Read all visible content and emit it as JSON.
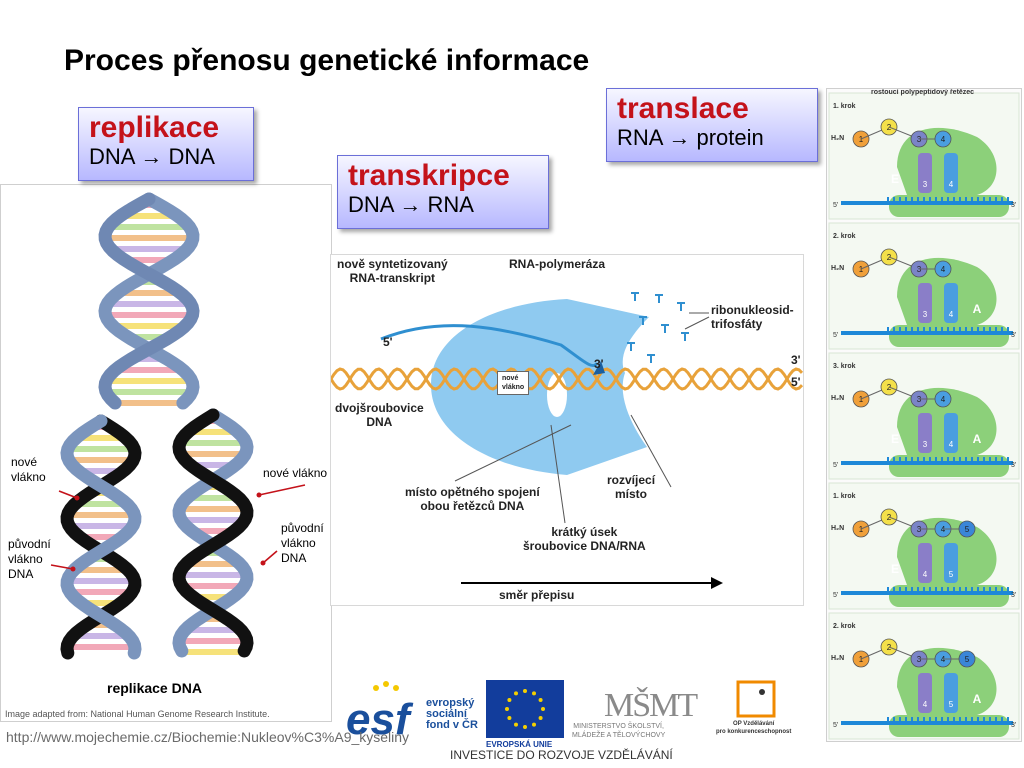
{
  "slide": {
    "title": "Proces přenosu genetické informace",
    "url": "http://www.mojechemie.cz/Biochemie:Nukleov%C3%A9_kyseliny"
  },
  "boxes": {
    "replikace": {
      "title": "replikace",
      "sub": "DNA → DNA"
    },
    "transkripce": {
      "title": "transkripce",
      "sub": "DNA → RNA"
    },
    "translace": {
      "title": "translace",
      "sub": "RNA → protein"
    }
  },
  "colors": {
    "accent_red": "#c4121a",
    "dna_orange": "#e8a23a",
    "rna_blue": "#2f8fd0",
    "polymerase": "#8fcaf0",
    "ribosome_green": "#8cd07a",
    "mrna_blue": "#1e88d8"
  },
  "replication": {
    "caption": "replikace DNA",
    "credit": "Image adapted from: National Human Genome Research Institute.",
    "labels": {
      "new_strand_left": "nové\nvlákno",
      "new_strand_right": "nové vlákno",
      "orig_left": "původní\nvlákno\nDNA",
      "orig_right": "původní\nvlákno DNA"
    }
  },
  "transcription": {
    "labels": {
      "rna_transcript": "nově syntetizovaný\nRNA-transkript",
      "polymerase": "RNA-polymeráza",
      "ntp": "ribonukleosid-\ntrifosfáty",
      "five_prime_top": "5'",
      "three_prime_center": "3'",
      "three_prime_right": "3'",
      "five_prime_right": "5'",
      "new_strand_tag": "nové\nvlákno",
      "double_helix": "dvojšroubovice\nDNA",
      "rejoin": "místo opětného spojení\nobou řetězců DNA",
      "unwinding": "rozvíjecí\nmísto",
      "short_segment": "krátký úsek\nšroubovice DNA/RNA",
      "direction": "směr přepisu"
    }
  },
  "translation": {
    "header": "rostoucí polypeptidový řetězec",
    "steps": [
      {
        "label": "1. krok",
        "chain": [
          "1",
          "2",
          "3",
          "4"
        ],
        "sites": [
          "E",
          "",
          ""
        ],
        "trna": [
          "3",
          "4"
        ]
      },
      {
        "label": "2. krok",
        "chain": [
          "1",
          "2",
          "3",
          "4"
        ],
        "sites": [
          "",
          "",
          "A"
        ],
        "trna": [
          "3",
          "4"
        ]
      },
      {
        "label": "3. krok",
        "chain": [
          "1",
          "2",
          "3",
          "4"
        ],
        "sites": [
          "E",
          "",
          "A"
        ],
        "trna": [
          "3",
          "4"
        ]
      },
      {
        "label": "1. krok",
        "chain": [
          "1",
          "2",
          "3",
          "4",
          "5"
        ],
        "sites": [
          "E",
          "",
          ""
        ],
        "trna": [
          "4",
          "5"
        ]
      },
      {
        "label": "2. krok",
        "chain": [
          "1",
          "2",
          "3",
          "4",
          "5"
        ],
        "sites": [
          "",
          "",
          "A"
        ],
        "trna": [
          "4",
          "5"
        ]
      }
    ],
    "n_terminus": "H₂N",
    "five_prime": "5'",
    "three_prime": "3'"
  },
  "logos": {
    "esf_text": "evropský\nsociální\nfond v ČR",
    "eu_text": "EVROPSKÁ UNIE",
    "msmt_text": "MINISTERSTVO ŠKOLSTVÍ,\nMLÁDEŽE A TĚLOVÝCHOVY",
    "op_text": "OP Vzdělávání\npro konkurenceschopnost",
    "invest_text": "INVESTICE DO ROZVOJE VZDĚLÁVÁNÍ"
  }
}
